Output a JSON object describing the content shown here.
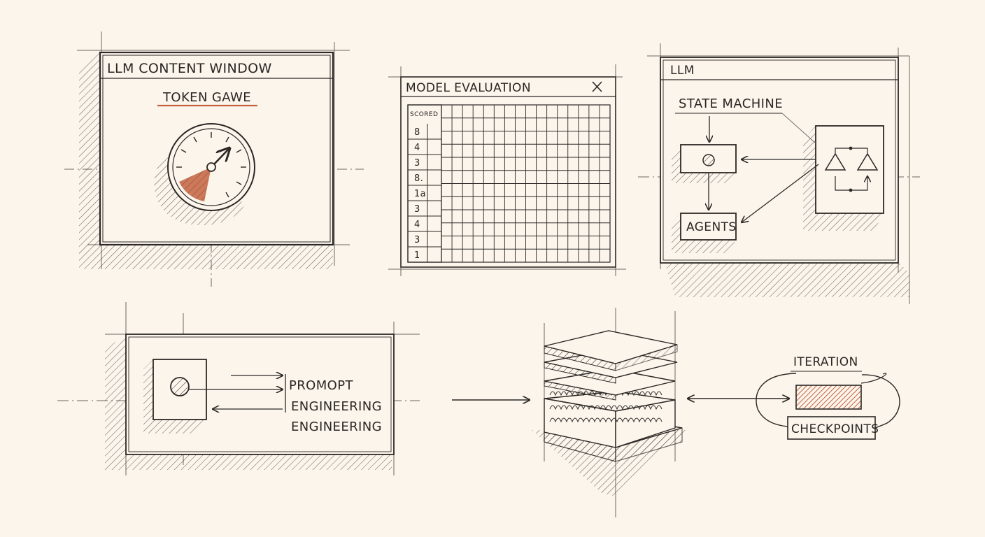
{
  "colors": {
    "paper": "#fbf5ec",
    "ink": "#2b2724",
    "accent": "#c4623f"
  },
  "panels": {
    "content_window": {
      "title": "LLM CONTENT WINDOW",
      "subtitle": "TOKEN GAWE",
      "gauge_icon": "gauge-icon"
    },
    "model_evaluation": {
      "title": "MODEL EVALUATION",
      "close_icon": "close-icon",
      "column_header": "SCORED",
      "scores": [
        "8",
        "4",
        "3",
        "8.",
        "1a",
        "3",
        "4",
        "3",
        "1"
      ]
    },
    "state_machine_window": {
      "title": "LLM",
      "state_machine_label": "STATE MACHINE",
      "agents_label": "AGENTS",
      "circuit_icon": "circuit-icon"
    },
    "prompt_engineering": {
      "line1": "PROMOPT",
      "line2": "ENGINEERING",
      "line3": "ENGINEERING"
    },
    "layer_stack": {
      "icon": "layer-stack-icon"
    },
    "iteration": {
      "top_label": "ITERATION",
      "bottom_label": "CHECKPOINTS"
    }
  }
}
